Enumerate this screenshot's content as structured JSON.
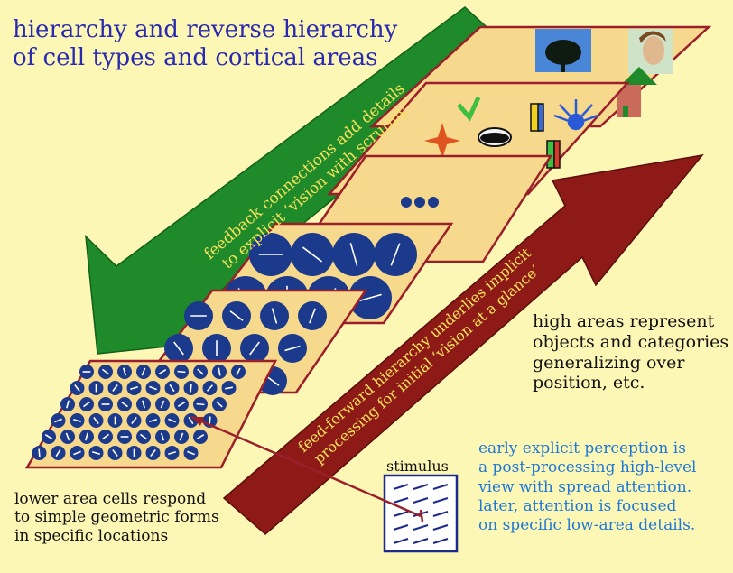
{
  "title": {
    "line1": "hierarchy and reverse hierarchy",
    "line2": "of cell types and cortical areas"
  },
  "feedback_arrow": {
    "line1": "feedback connections add details",
    "line2": "to explicit ‘vision with scrutiny’"
  },
  "feedforward_arrow": {
    "line1": "feed-forward hierarchy underlies implicit",
    "line2": "processing for initial ‘vision at a glance’"
  },
  "high_areas": {
    "line1": "high areas represent",
    "line2": "objects and categories",
    "line3": "generalizing over",
    "line4": "position, etc."
  },
  "lower_areas": {
    "line1": "lower area cells respond",
    "line2": "to simple geometric forms",
    "line3": "in specific locations"
  },
  "perception_note": {
    "line1": "early explicit perception is",
    "line2": "a post-processing high-level",
    "line3": "view with spread attention.",
    "line4": "later, attention is focused",
    "line5": "on specific low-area details."
  },
  "stimulus_label": "stimulus",
  "colors": {
    "background": "#fdf7b6",
    "layer_fill": "#f7d98e",
    "layer_border": "#9a1f2a",
    "feedback_arrow": "#1f8a2a",
    "feedforward_arrow": "#8e1a18",
    "cell_fill": "#1c3a8c",
    "title_text": "#2a2ab0",
    "note_text": "#1e78d8"
  },
  "icons": [
    "star-icon",
    "eye-icon",
    "bar-icon",
    "neuron-icon",
    "tree-photo-icon",
    "face-photo-icon",
    "house-icon",
    "ellipsis-icon"
  ]
}
